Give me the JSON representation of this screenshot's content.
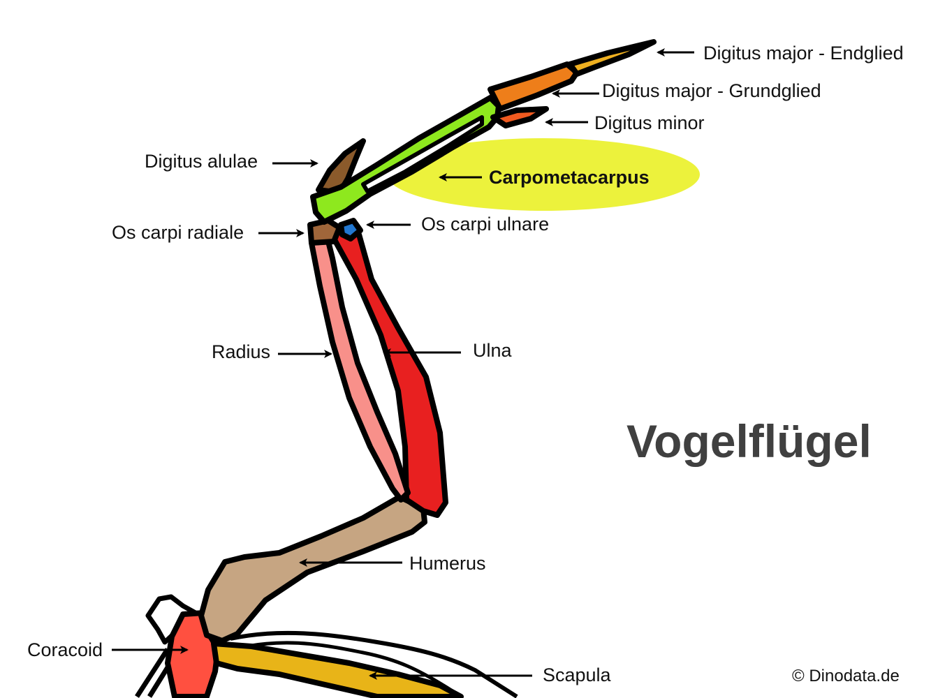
{
  "title": "Vogelflügel",
  "credit": "© Dinodata.de",
  "colors": {
    "coracoid": "#ff5040",
    "scapula": "#e8b418",
    "humerus": "#c6a582",
    "ulna": "#e82020",
    "radius": "#f8908a",
    "os_carpi_ulnare": "#2277d0",
    "os_carpi_radiale": "#a0663a",
    "digitus_alulae": "#8b5a2b",
    "carpometacarpus": "#8ee81e",
    "digitus_minor": "#f05a20",
    "grundglied": "#ee7e1a",
    "endglied": "#efb020",
    "highlight": "#ecf23c"
  },
  "labels": {
    "endglied": "Digitus major - Endglied",
    "grundglied": "Digitus major - Grundglied",
    "digitus_minor": "Digitus minor",
    "digitus_alulae": "Digitus alulae",
    "carpometacarpus": "Carpometacarpus",
    "os_carpi_radiale": "Os carpi radiale",
    "os_carpi_ulnare": "Os carpi ulnare",
    "radius": "Radius",
    "ulna": "Ulna",
    "humerus": "Humerus",
    "coracoid": "Coracoid",
    "scapula": "Scapula"
  }
}
